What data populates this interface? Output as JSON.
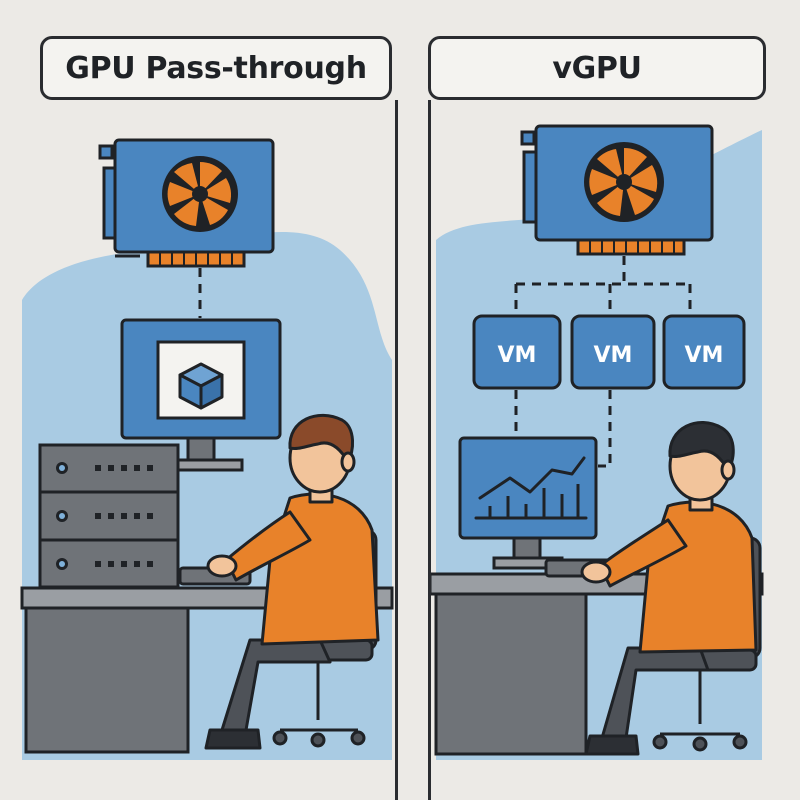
{
  "left_panel": {
    "title": "GPU Pass-through"
  },
  "right_panel": {
    "title": "vGPU",
    "vms": [
      {
        "label": "VM"
      },
      {
        "label": "VM"
      },
      {
        "label": "VM"
      }
    ]
  },
  "colors": {
    "background": "#ECEAE6",
    "light_blue": "#A9CBE3",
    "gpu_blue": "#4A86C0",
    "fan_orange": "#E8822A",
    "shirt_orange": "#E8822A",
    "desk_gray": "#6F7378",
    "outline": "#1F2226"
  }
}
